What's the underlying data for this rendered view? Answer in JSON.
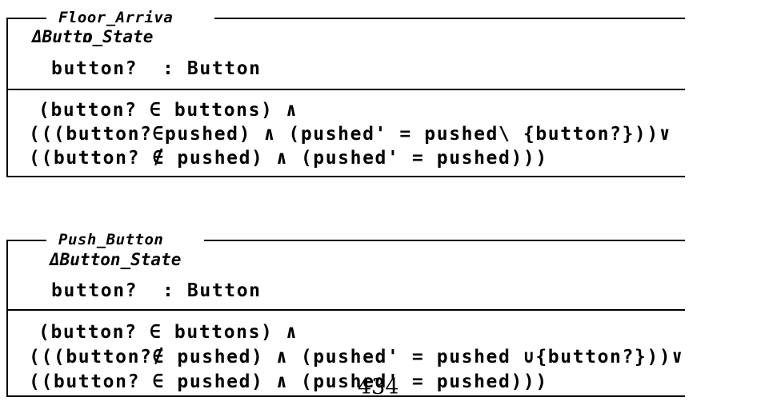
{
  "page": {
    "background": "#ffffff",
    "text_color": "#000000",
    "page_number": "434"
  },
  "schemas": [
    {
      "name": "Floor_Arriva",
      "delta_part_a": "ΔButto",
      "delta_part_b": "n_State",
      "declaration": "button?  : Button",
      "predicates": [
        "(button? ∈ buttons) ∧",
        "(((button?∈pushed) ∧ (pushed' = pushed\\ {button?}))∨",
        "((button? ∉ pushed) ∧ (pushed' = pushed)))"
      ]
    },
    {
      "name": "Push_Button",
      "delta": "ΔButton_State",
      "declaration": "button?  : Button",
      "predicates": [
        "(button? ∈ buttons) ∧",
        "(((button?∉ pushed) ∧ (pushed' = pushed ∪{button?}))∨",
        "((button? ∈ pushed) ∧ (pushed' = pushed)))"
      ]
    }
  ]
}
